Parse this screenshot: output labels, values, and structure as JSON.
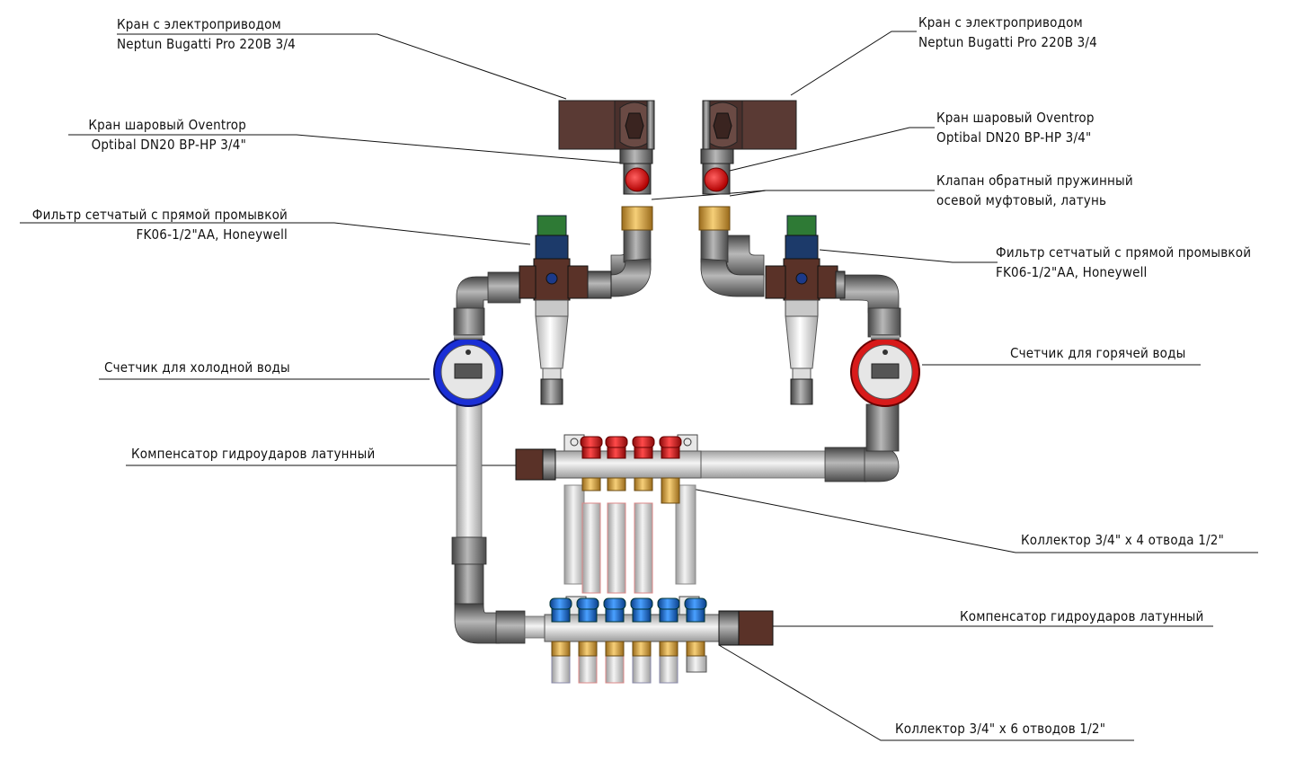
{
  "labels": {
    "valve_el_left": {
      "line1": "Кран с электроприводом",
      "line2": "Neptun Bugatti Pro 220В 3/4"
    },
    "valve_el_right": {
      "line1": "Кран с электроприводом",
      "line2": "Neptun Bugatti Pro 220В 3/4"
    },
    "ball_left": {
      "line1": "Кран шаровый Oventrop",
      "line2": "Optibal DN20 ВР-НР 3/4\""
    },
    "ball_right": {
      "line1": "Кран шаровый Oventrop",
      "line2": "Optibal DN20 ВР-НР 3/4\""
    },
    "check_valve": {
      "line1": "Клапан обратный пружинный",
      "line2": "осевой муфтовый, латунь"
    },
    "filter_left": {
      "line1": "Фильтр сетчатый с прямой промывкой",
      "line2": "FK06-1/2\"AA, Honeywell"
    },
    "filter_right": {
      "line1": "Фильтр сетчатый с прямой промывкой",
      "line2": "FK06-1/2\"AA, Honeywell"
    },
    "meter_cold": "Счетчик для холодной воды",
    "meter_hot": "Счетчик для горячей воды",
    "comp_top": "Компенсатор гидроударов латунный",
    "comp_bottom": "Компенсатор гидроударов латунный",
    "coll_4": "Коллектор 3/4\" х 4 отвода 1/2\"",
    "coll_6": "Коллектор 3/4\" х 6 отводов 1/2\""
  },
  "colors": {
    "pipe_gray": "#9a9a9a",
    "pipe_light": "#dcdcdc",
    "motor": "#5a3a34",
    "red": "#e0141e",
    "blue": "#1f6fd0",
    "brass": "#d9a040",
    "meter_blue": "#1a2fd6",
    "meter_red": "#d81a1a",
    "filter_body": "#5a3228",
    "filter_cap": "#2e7a35"
  }
}
